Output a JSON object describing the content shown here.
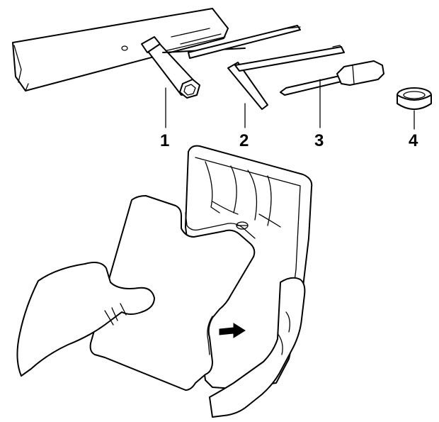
{
  "diagram": {
    "callouts": [
      {
        "number": "1"
      },
      {
        "number": "2"
      },
      {
        "number": "3"
      },
      {
        "number": "4"
      }
    ],
    "icons": {
      "tool_pouch": "tool-pouch-icon",
      "box_wrench": "box-wrench-icon",
      "hex_key": "hex-key-icon",
      "screwdriver": "screwdriver-icon",
      "ring": "sealing-ring-icon",
      "filter_cover": "filter-cover-icon",
      "arrow": "arrow-right-icon",
      "hands": "hands-icon"
    }
  }
}
